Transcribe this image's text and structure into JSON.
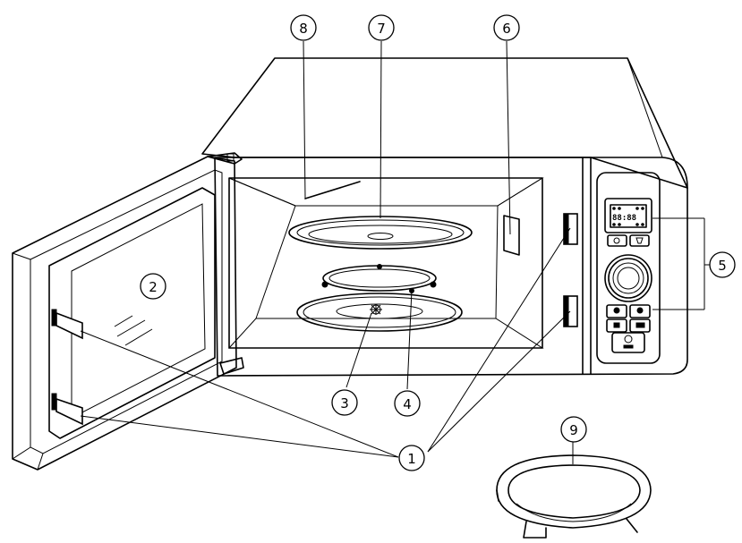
{
  "callouts": [
    {
      "id": "1",
      "label": "1"
    },
    {
      "id": "2",
      "label": "2"
    },
    {
      "id": "3",
      "label": "3"
    },
    {
      "id": "4",
      "label": "4"
    },
    {
      "id": "5",
      "label": "5"
    },
    {
      "id": "6",
      "label": "6"
    },
    {
      "id": "7",
      "label": "7"
    },
    {
      "id": "8",
      "label": "8"
    },
    {
      "id": "9",
      "label": "9"
    }
  ],
  "control_panel": {
    "display_text": "88:88"
  }
}
